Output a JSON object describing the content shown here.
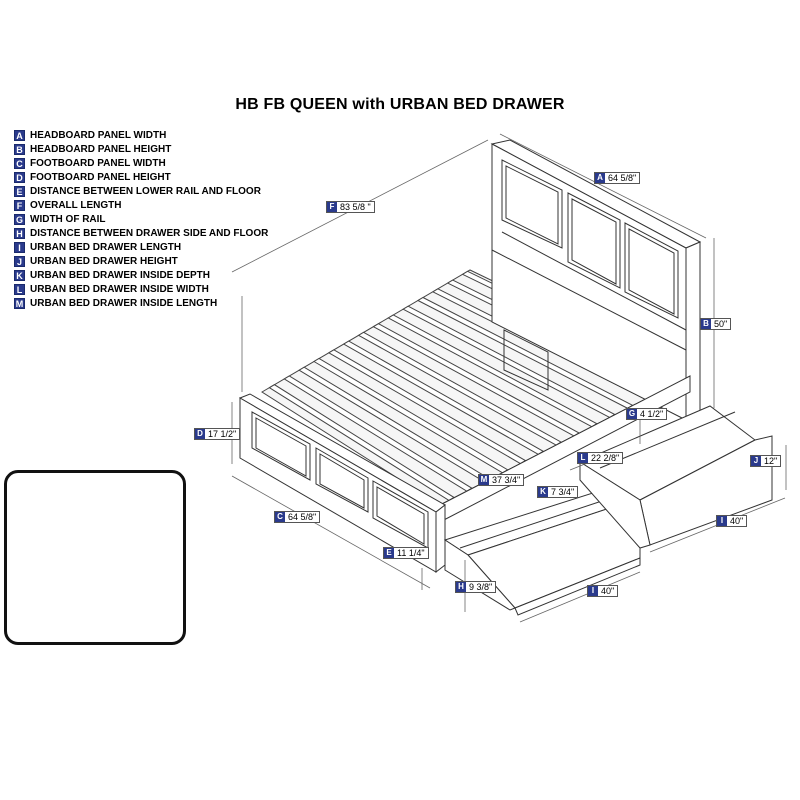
{
  "title": "HB FB QUEEN with URBAN BED DRAWER",
  "legend": [
    {
      "key": "A",
      "text": "HEADBOARD PANEL WIDTH"
    },
    {
      "key": "B",
      "text": "HEADBOARD PANEL HEIGHT"
    },
    {
      "key": "C",
      "text": "FOOTBOARD PANEL WIDTH"
    },
    {
      "key": "D",
      "text": "FOOTBOARD PANEL HEIGHT"
    },
    {
      "key": "E",
      "text": "DISTANCE BETWEEN LOWER RAIL AND FLOOR"
    },
    {
      "key": "F",
      "text": "OVERALL LENGTH"
    },
    {
      "key": "G",
      "text": "WIDTH OF RAIL"
    },
    {
      "key": "H",
      "text": "DISTANCE BETWEEN DRAWER SIDE AND FLOOR"
    },
    {
      "key": "I",
      "text": "URBAN BED DRAWER LENGTH"
    },
    {
      "key": "J",
      "text": "URBAN BED DRAWER HEIGHT"
    },
    {
      "key": "K",
      "text": "URBAN BED DRAWER INSIDE DEPTH"
    },
    {
      "key": "L",
      "text": "URBAN BED DRAWER INSIDE WIDTH"
    },
    {
      "key": "M",
      "text": "URBAN BED DRAWER INSIDE LENGTH"
    }
  ],
  "callouts": {
    "a": {
      "key": "A",
      "value": "64 5/8\""
    },
    "b": {
      "key": "B",
      "value": "50\""
    },
    "c": {
      "key": "C",
      "value": "64 5/8\""
    },
    "d": {
      "key": "D",
      "value": "17 1/2\""
    },
    "e": {
      "key": "E",
      "value": "11 1/4\""
    },
    "f": {
      "key": "F",
      "value": "83 5/8 \""
    },
    "g": {
      "key": "G",
      "value": "4 1/2\""
    },
    "h": {
      "key": "H",
      "value": "9 3/8\""
    },
    "i1": {
      "key": "I",
      "value": "40\""
    },
    "i2": {
      "key": "I",
      "value": "40\""
    },
    "j": {
      "key": "J",
      "value": "12\""
    },
    "k": {
      "key": "K",
      "value": "7 3/4\""
    },
    "l": {
      "key": "L",
      "value": "22 2/8\""
    },
    "m": {
      "key": "M",
      "value": "37 3/4\""
    }
  }
}
